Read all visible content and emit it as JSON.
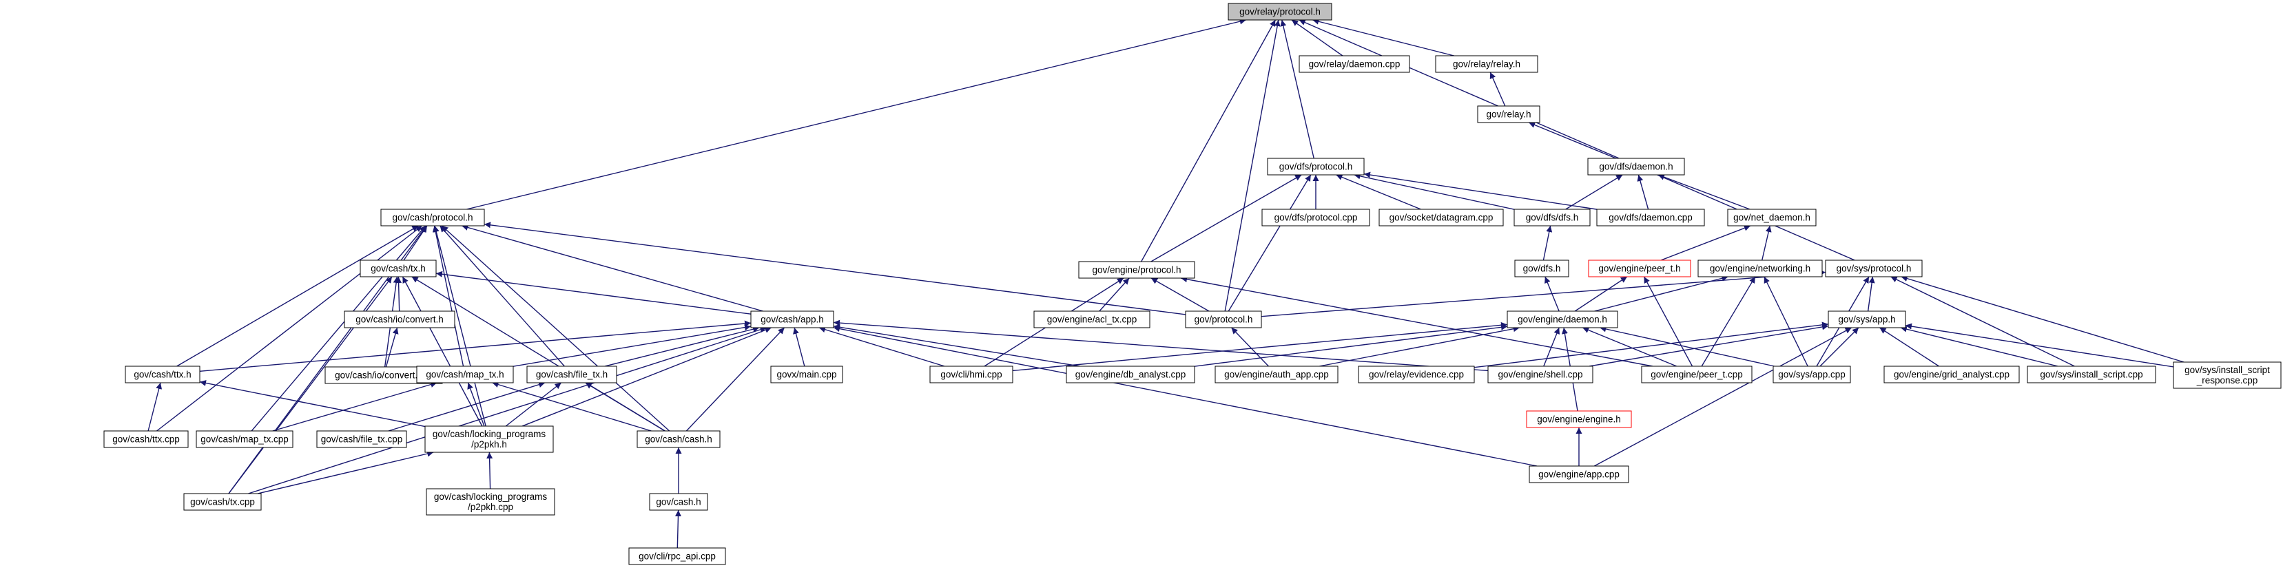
{
  "root_id": "gov-relay-protocol-h",
  "colors": {
    "edge": "#191970",
    "root_fill": "#bfbfbf",
    "missing_border": "#ff0000",
    "border": "#000000"
  },
  "nodes": [
    {
      "id": "gov-relay-protocol-h",
      "lines": [
        "gov/relay/protocol.h"
      ]
    },
    {
      "id": "gov-relay-daemon-cpp",
      "lines": [
        "gov/relay/daemon.cpp"
      ]
    },
    {
      "id": "gov-relay-relay-h",
      "lines": [
        "gov/relay/relay.h"
      ]
    },
    {
      "id": "gov-relay-h",
      "lines": [
        "gov/relay.h"
      ]
    },
    {
      "id": "gov-dfs-daemon-h",
      "lines": [
        "gov/dfs/daemon.h"
      ]
    },
    {
      "id": "gov-dfs-protocol-h",
      "lines": [
        "gov/dfs/protocol.h"
      ]
    },
    {
      "id": "gov-dfs-protocol-cpp",
      "lines": [
        "gov/dfs/protocol.cpp"
      ]
    },
    {
      "id": "gov-socket-datagram-cpp",
      "lines": [
        "gov/socket/datagram.cpp"
      ]
    },
    {
      "id": "gov-dfs-dfs-h",
      "lines": [
        "gov/dfs/dfs.h"
      ]
    },
    {
      "id": "gov-dfs-daemon-cpp",
      "lines": [
        "gov/dfs/daemon.cpp"
      ]
    },
    {
      "id": "gov-net-daemon-h",
      "lines": [
        "gov/net_daemon.h"
      ]
    },
    {
      "id": "gov-dfs-h",
      "lines": [
        "gov/dfs.h"
      ]
    },
    {
      "id": "gov-engine-peer-t-h",
      "lines": [
        "gov/engine/peer_t.h"
      ],
      "missing": true
    },
    {
      "id": "gov-engine-networking-h",
      "lines": [
        "gov/engine/networking.h"
      ]
    },
    {
      "id": "gov-sys-protocol-h",
      "lines": [
        "gov/sys/protocol.h"
      ]
    },
    {
      "id": "gov-engine-protocol-h",
      "lines": [
        "gov/engine/protocol.h"
      ]
    },
    {
      "id": "gov-engine-acl-tx-cpp",
      "lines": [
        "gov/engine/acl_tx.cpp"
      ]
    },
    {
      "id": "gov-protocol-h",
      "lines": [
        "gov/protocol.h"
      ]
    },
    {
      "id": "gov-engine-daemon-h",
      "lines": [
        "gov/engine/daemon.h"
      ]
    },
    {
      "id": "gov-sys-app-h",
      "lines": [
        "gov/sys/app.h"
      ]
    },
    {
      "id": "gov-cash-protocol-h",
      "lines": [
        "gov/cash/protocol.h"
      ]
    },
    {
      "id": "gov-cash-tx-h",
      "lines": [
        "gov/cash/tx.h"
      ]
    },
    {
      "id": "gov-cash-io-convert-h",
      "lines": [
        "gov/cash/io/convert.h"
      ]
    },
    {
      "id": "gov-cash-io-convert-cpp",
      "lines": [
        "gov/cash/io/convert.cpp"
      ]
    },
    {
      "id": "gov-cash-app-h",
      "lines": [
        "gov/cash/app.h"
      ]
    },
    {
      "id": "gov-cash-ttx-h",
      "lines": [
        "gov/cash/ttx.h"
      ]
    },
    {
      "id": "gov-cash-map-tx-h",
      "lines": [
        "gov/cash/map_tx.h"
      ]
    },
    {
      "id": "gov-cash-file-tx-h",
      "lines": [
        "gov/cash/file_tx.h"
      ]
    },
    {
      "id": "govx-main-cpp",
      "lines": [
        "govx/main.cpp"
      ]
    },
    {
      "id": "gov-cli-hmi-cpp",
      "lines": [
        "gov/cli/hmi.cpp"
      ]
    },
    {
      "id": "gov-engine-db-analyst-cpp",
      "lines": [
        "gov/engine/db_analyst.cpp"
      ]
    },
    {
      "id": "gov-engine-auth-app-cpp",
      "lines": [
        "gov/engine/auth_app.cpp"
      ]
    },
    {
      "id": "gov-relay-evidence-cpp",
      "lines": [
        "gov/relay/evidence.cpp"
      ]
    },
    {
      "id": "gov-engine-shell-cpp",
      "lines": [
        "gov/engine/shell.cpp"
      ]
    },
    {
      "id": "gov-engine-engine-h",
      "lines": [
        "gov/engine/engine.h"
      ],
      "missing": true
    },
    {
      "id": "gov-engine-peer-t-cpp",
      "lines": [
        "gov/engine/peer_t.cpp"
      ]
    },
    {
      "id": "gov-sys-app-cpp",
      "lines": [
        "gov/sys/app.cpp"
      ]
    },
    {
      "id": "gov-engine-grid-analyst-cpp",
      "lines": [
        "gov/engine/grid_analyst.cpp"
      ]
    },
    {
      "id": "gov-sys-install-script-cpp",
      "lines": [
        "gov/sys/install_script.cpp"
      ]
    },
    {
      "id": "gov-sys-install-script-response-cpp",
      "lines": [
        "gov/sys/install_script",
        "_response.cpp"
      ]
    },
    {
      "id": "gov-engine-app-cpp",
      "lines": [
        "gov/engine/app.cpp"
      ]
    },
    {
      "id": "gov-cash-ttx-cpp",
      "lines": [
        "gov/cash/ttx.cpp"
      ]
    },
    {
      "id": "gov-cash-map-tx-cpp",
      "lines": [
        "gov/cash/map_tx.cpp"
      ]
    },
    {
      "id": "gov-cash-file-tx-cpp",
      "lines": [
        "gov/cash/file_tx.cpp"
      ]
    },
    {
      "id": "gov-cash-locking-programs-p2pkh-h",
      "lines": [
        "gov/cash/locking_programs",
        "/p2pkh.h"
      ]
    },
    {
      "id": "gov-cash-cash-h",
      "lines": [
        "gov/cash/cash.h"
      ]
    },
    {
      "id": "gov-cash-tx-cpp",
      "lines": [
        "gov/cash/tx.cpp"
      ]
    },
    {
      "id": "gov-cash-locking-programs-p2pkh-cpp",
      "lines": [
        "gov/cash/locking_programs",
        "/p2pkh.cpp"
      ]
    },
    {
      "id": "gov-cash-h",
      "lines": [
        "gov/cash.h"
      ]
    },
    {
      "id": "gov-cli-rpc-api-cpp",
      "lines": [
        "gov/cli/rpc_api.cpp"
      ]
    }
  ],
  "edges": [
    [
      "gov-relay-daemon-cpp",
      "gov-relay-protocol-h"
    ],
    [
      "gov-relay-relay-h",
      "gov-relay-protocol-h"
    ],
    [
      "gov-dfs-protocol-h",
      "gov-relay-protocol-h"
    ],
    [
      "gov-engine-protocol-h",
      "gov-relay-protocol-h"
    ],
    [
      "gov-protocol-h",
      "gov-relay-protocol-h"
    ],
    [
      "gov-cash-protocol-h",
      "gov-relay-protocol-h"
    ],
    [
      "gov-sys-protocol-h",
      "gov-relay-protocol-h"
    ],
    [
      "gov-relay-h",
      "gov-relay-relay-h"
    ],
    [
      "gov-dfs-daemon-h",
      "gov-relay-h"
    ],
    [
      "gov-dfs-dfs-h",
      "gov-dfs-daemon-h"
    ],
    [
      "gov-dfs-daemon-cpp",
      "gov-dfs-daemon-h"
    ],
    [
      "gov-net-daemon-h",
      "gov-dfs-daemon-h"
    ],
    [
      "gov-dfs-protocol-cpp",
      "gov-dfs-protocol-h"
    ],
    [
      "gov-socket-datagram-cpp",
      "gov-dfs-protocol-h"
    ],
    [
      "gov-dfs-dfs-h",
      "gov-dfs-protocol-h"
    ],
    [
      "gov-dfs-daemon-cpp",
      "gov-dfs-protocol-h"
    ],
    [
      "gov-engine-protocol-h",
      "gov-dfs-protocol-h"
    ],
    [
      "gov-protocol-h",
      "gov-dfs-protocol-h"
    ],
    [
      "gov-dfs-h",
      "gov-dfs-dfs-h"
    ],
    [
      "gov-engine-daemon-h",
      "gov-dfs-h"
    ],
    [
      "gov-engine-peer-t-h",
      "gov-net-daemon-h"
    ],
    [
      "gov-engine-networking-h",
      "gov-net-daemon-h"
    ],
    [
      "gov-engine-daemon-h",
      "gov-engine-peer-t-h"
    ],
    [
      "gov-engine-peer-t-cpp",
      "gov-engine-peer-t-h"
    ],
    [
      "gov-engine-daemon-h",
      "gov-engine-networking-h"
    ],
    [
      "gov-engine-peer-t-cpp",
      "gov-engine-networking-h"
    ],
    [
      "gov-sys-app-cpp",
      "gov-engine-networking-h"
    ],
    [
      "gov-engine-acl-tx-cpp",
      "gov-engine-protocol-h"
    ],
    [
      "gov-protocol-h",
      "gov-engine-protocol-h"
    ],
    [
      "gov-cli-hmi-cpp",
      "gov-engine-protocol-h"
    ],
    [
      "gov-engine-peer-t-cpp",
      "gov-engine-protocol-h"
    ],
    [
      "gov-engine-auth-app-cpp",
      "gov-protocol-h"
    ],
    [
      "gov-protocol-h",
      "gov-sys-protocol-h"
    ],
    [
      "gov-sys-app-h",
      "gov-sys-protocol-h"
    ],
    [
      "gov-sys-app-cpp",
      "gov-sys-protocol-h"
    ],
    [
      "gov-sys-install-script-cpp",
      "gov-sys-protocol-h"
    ],
    [
      "gov-sys-install-script-response-cpp",
      "gov-sys-protocol-h"
    ],
    [
      "gov-cli-hmi-cpp",
      "gov-engine-daemon-h"
    ],
    [
      "gov-engine-db-analyst-cpp",
      "gov-engine-daemon-h"
    ],
    [
      "gov-engine-auth-app-cpp",
      "gov-engine-daemon-h"
    ],
    [
      "gov-engine-shell-cpp",
      "gov-engine-daemon-h"
    ],
    [
      "gov-engine-engine-h",
      "gov-engine-daemon-h"
    ],
    [
      "gov-engine-peer-t-cpp",
      "gov-engine-daemon-h"
    ],
    [
      "gov-sys-app-cpp",
      "gov-engine-daemon-h"
    ],
    [
      "gov-engine-app-cpp",
      "gov-engine-engine-h"
    ],
    [
      "gov-relay-evidence-cpp",
      "gov-sys-app-h"
    ],
    [
      "gov-engine-shell-cpp",
      "gov-sys-app-h"
    ],
    [
      "gov-sys-app-cpp",
      "gov-sys-app-h"
    ],
    [
      "gov-engine-grid-analyst-cpp",
      "gov-sys-app-h"
    ],
    [
      "gov-sys-install-script-cpp",
      "gov-sys-app-h"
    ],
    [
      "gov-sys-install-script-response-cpp",
      "gov-sys-app-h"
    ],
    [
      "gov-engine-app-cpp",
      "gov-sys-app-h"
    ],
    [
      "gov-cash-tx-h",
      "gov-cash-protocol-h"
    ],
    [
      "gov-cash-app-h",
      "gov-cash-protocol-h"
    ],
    [
      "gov-cash-ttx-h",
      "gov-cash-protocol-h"
    ],
    [
      "gov-cash-map-tx-h",
      "gov-cash-protocol-h"
    ],
    [
      "gov-cash-file-tx-h",
      "gov-cash-protocol-h"
    ],
    [
      "gov-cash-ttx-cpp",
      "gov-cash-protocol-h"
    ],
    [
      "gov-cash-map-tx-cpp",
      "gov-cash-protocol-h"
    ],
    [
      "gov-cash-locking-programs-p2pkh-h",
      "gov-cash-protocol-h"
    ],
    [
      "gov-cash-cash-h",
      "gov-cash-protocol-h"
    ],
    [
      "gov-cash-tx-cpp",
      "gov-cash-protocol-h"
    ],
    [
      "gov-protocol-h",
      "gov-cash-protocol-h"
    ],
    [
      "gov-cash-io-convert-h",
      "gov-cash-tx-h"
    ],
    [
      "gov-cash-io-convert-cpp",
      "gov-cash-tx-h"
    ],
    [
      "gov-cash-app-h",
      "gov-cash-tx-h"
    ],
    [
      "gov-cash-locking-programs-p2pkh-h",
      "gov-cash-tx-h"
    ],
    [
      "gov-cash-cash-h",
      "gov-cash-tx-h"
    ],
    [
      "gov-cash-tx-cpp",
      "gov-cash-tx-h"
    ],
    [
      "gov-cash-io-convert-cpp",
      "gov-cash-io-convert-h"
    ],
    [
      "gov-cash-ttx-h",
      "gov-cash-app-h"
    ],
    [
      "gov-cash-map-tx-h",
      "gov-cash-app-h"
    ],
    [
      "gov-cash-file-tx-h",
      "gov-cash-app-h"
    ],
    [
      "govx-main-cpp",
      "gov-cash-app-h"
    ],
    [
      "gov-cli-hmi-cpp",
      "gov-cash-app-h"
    ],
    [
      "gov-engine-db-analyst-cpp",
      "gov-cash-app-h"
    ],
    [
      "gov-engine-shell-cpp",
      "gov-cash-app-h"
    ],
    [
      "gov-engine-app-cpp",
      "gov-cash-app-h"
    ],
    [
      "gov-cash-locking-programs-p2pkh-h",
      "gov-cash-app-h"
    ],
    [
      "gov-cash-cash-h",
      "gov-cash-app-h"
    ],
    [
      "gov-cash-tx-cpp",
      "gov-cash-app-h"
    ],
    [
      "gov-cash-ttx-cpp",
      "gov-cash-ttx-h"
    ],
    [
      "gov-cash-locking-programs-p2pkh-h",
      "gov-cash-ttx-h"
    ],
    [
      "gov-cash-map-tx-cpp",
      "gov-cash-map-tx-h"
    ],
    [
      "gov-cash-locking-programs-p2pkh-h",
      "gov-cash-map-tx-h"
    ],
    [
      "gov-cash-cash-h",
      "gov-cash-map-tx-h"
    ],
    [
      "gov-cash-file-tx-cpp",
      "gov-cash-file-tx-h"
    ],
    [
      "gov-cash-locking-programs-p2pkh-h",
      "gov-cash-file-tx-h"
    ],
    [
      "gov-cash-cash-h",
      "gov-cash-file-tx-h"
    ],
    [
      "gov-cash-tx-cpp",
      "gov-cash-locking-programs-p2pkh-h"
    ],
    [
      "gov-cash-locking-programs-p2pkh-cpp",
      "gov-cash-locking-programs-p2pkh-h"
    ],
    [
      "gov-cash-h",
      "gov-cash-cash-h"
    ],
    [
      "gov-cli-rpc-api-cpp",
      "gov-cash-h"
    ]
  ]
}
